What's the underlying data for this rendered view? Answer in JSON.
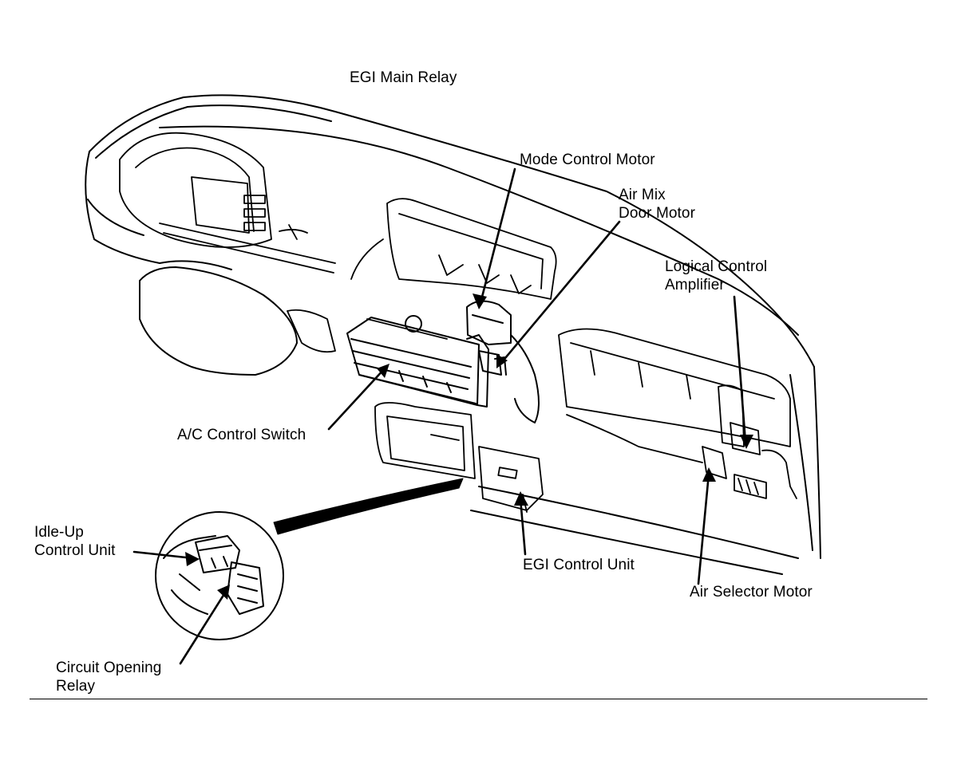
{
  "colors": {
    "ink": "#000000",
    "paper": "#ffffff"
  },
  "callouts": {
    "egi_main_relay": "EGI Main Relay",
    "mode_control_motor": "Mode Control Motor",
    "air_mix_door_motor": [
      "Air Mix",
      "Door Motor"
    ],
    "logical_control_amplifier": [
      "Logical Control",
      "Amplifier"
    ],
    "ac_control_switch": "A/C Control Switch",
    "idle_up_control_unit": [
      "Idle-Up",
      "Control Unit"
    ],
    "egi_control_unit": "EGI Control Unit",
    "air_selector_motor": "Air Selector Motor",
    "circuit_opening_relay": [
      "Circuit Opening",
      "Relay"
    ]
  }
}
